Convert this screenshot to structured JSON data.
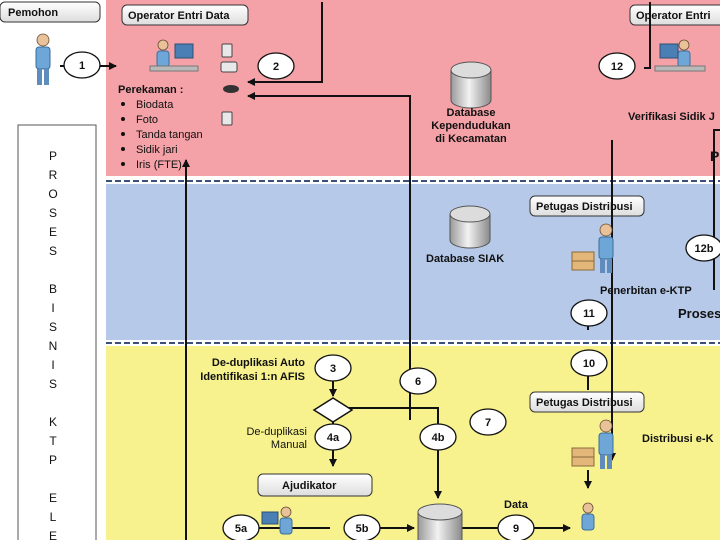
{
  "actors": {
    "pemohon": "Pemohon",
    "operator_entri_left": "Operator Entri Data",
    "operator_entri_right": "Operator Entri",
    "petugas_distribusi_blue": "Petugas Distribusi",
    "petugas_distribusi_yellow": "Petugas Distribusi",
    "ajudikator": "Ajudikator"
  },
  "steps": [
    "1",
    "2",
    "12",
    "12b",
    "11",
    "10",
    "3",
    "4a",
    "4b",
    "6",
    "7",
    "5a",
    "5b",
    "9"
  ],
  "perekaman": {
    "title": "Perekaman :",
    "items": [
      "Biodata",
      "Foto",
      "Tanda tangan",
      "Sidik jari",
      "Iris (FTE)"
    ]
  },
  "labels": {
    "db_kec_line1": "Database",
    "db_kec_line2": "Kependudukan",
    "db_kec_line3": "di Kecamatan",
    "verifikasi": "Verifikasi Sidik J",
    "p_cut": "P",
    "db_siak": "Database SIAK",
    "penerbitan": "Penerbitan e-KTP",
    "proses_cut": "Proses",
    "dedup_auto_line1": "De-duplikasi Auto",
    "dedup_auto_line2": "Identifikasi 1:n AFIS",
    "dedup_manual_line1": "De-duplikasi",
    "dedup_manual_line2": "Manual",
    "distribusi_cut": "Distribusi e-K",
    "data": "Data"
  },
  "side_label": [
    "P",
    "R",
    "O",
    "S",
    "E",
    "S",
    "",
    "B",
    "I",
    "S",
    "N",
    "I",
    "S",
    "",
    "K",
    "T",
    "P",
    "",
    "E",
    "L",
    "E"
  ]
}
